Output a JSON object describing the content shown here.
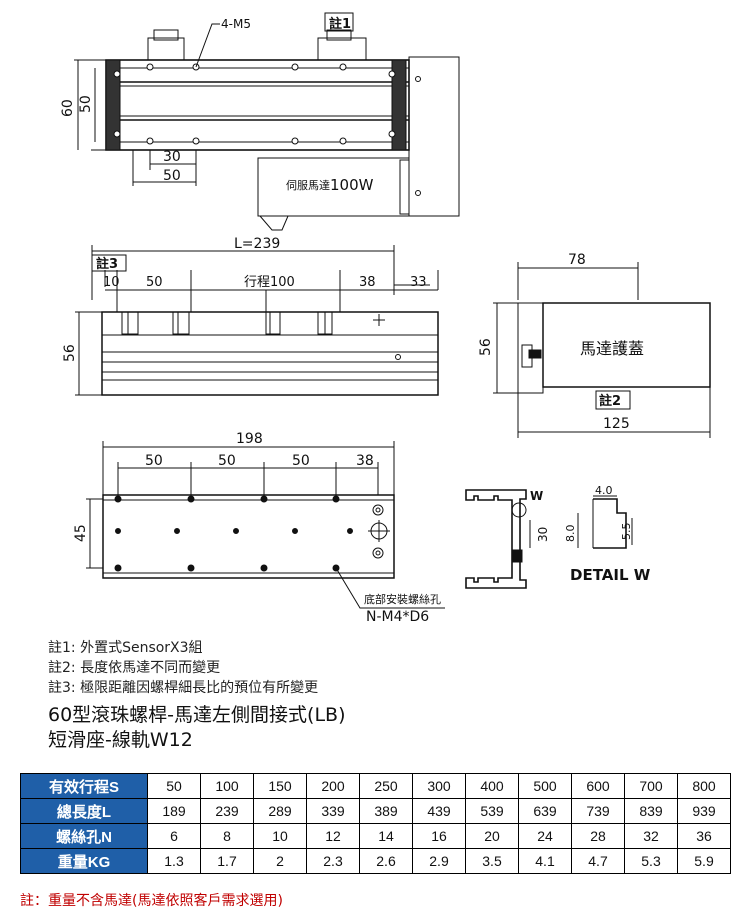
{
  "drawing": {
    "top_view": {
      "screw_label": "4-M5",
      "note_tag": "註1",
      "dim_60": "60",
      "dim_50": "50",
      "dim_30": "30",
      "dim_50b": "50",
      "motor_label": "伺服馬達",
      "motor_power": "100W"
    },
    "side_view": {
      "length": "L=239",
      "note_tag": "註3",
      "dim_10": "10",
      "dim_50": "50",
      "stroke": "行程100",
      "dim_38": "38",
      "dim_33": "33",
      "height": "56"
    },
    "motor_cover": {
      "width": "78",
      "height": "56",
      "label": "馬達護蓋",
      "note_tag": "註2",
      "total": "125"
    },
    "bottom_view": {
      "length": "198",
      "pitches": [
        "50",
        "50",
        "50",
        "38"
      ],
      "width": "45",
      "hole_note": "底部安裝螺絲孔",
      "hole_spec": "N-M4*D6"
    },
    "detail": {
      "w_mark": "W",
      "dim_30": "30",
      "dim_40": "4.0",
      "dim_80": "8.0",
      "dim_55": "5.5",
      "title": "DETAIL W"
    }
  },
  "notes": [
    "註1: 外置式SensorX3組",
    "註2: 長度依馬達不同而變更",
    "註3: 極限距離因螺桿細長比的預位有所變更"
  ],
  "title_line1": "60型滾珠螺桿-馬達左側間接式(LB)",
  "title_line2": "短滑座-線軌W12",
  "spec_table": {
    "rows": [
      {
        "header": "有效行程S",
        "values": [
          "50",
          "100",
          "150",
          "200",
          "250",
          "300",
          "400",
          "500",
          "600",
          "700",
          "800"
        ]
      },
      {
        "header": "總長度L",
        "values": [
          "189",
          "239",
          "289",
          "339",
          "389",
          "439",
          "539",
          "639",
          "739",
          "839",
          "939"
        ]
      },
      {
        "header": "螺絲孔N",
        "values": [
          "6",
          "8",
          "10",
          "12",
          "14",
          "16",
          "20",
          "24",
          "28",
          "32",
          "36"
        ]
      },
      {
        "header": "重量KG",
        "values": [
          "1.3",
          "1.7",
          "2",
          "2.3",
          "2.6",
          "2.9",
          "3.5",
          "4.1",
          "4.7",
          "5.3",
          "5.9"
        ]
      }
    ]
  },
  "footnote": "註：重量不含馬達(馬達依照客戶需求選用)",
  "colors": {
    "table_header_bg": "#1f5fa8",
    "footnote": "#c00000"
  }
}
